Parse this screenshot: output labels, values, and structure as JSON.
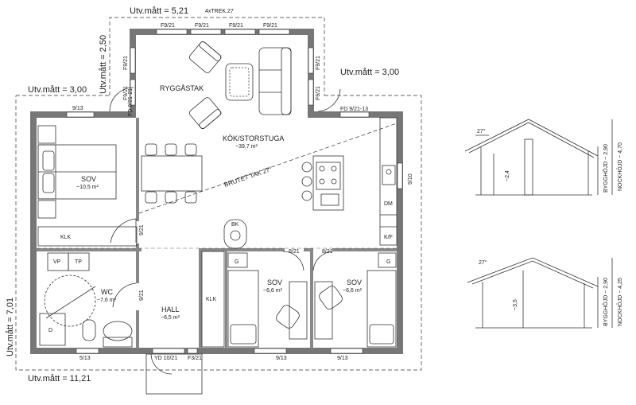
{
  "dimensions": {
    "top": "Utv.mått = 5,21",
    "top_note": "4xTREK.27",
    "top_left_vertical": "Utv.mått = 2,50",
    "left_horizontal": "Utv.mått = 3,00",
    "right_horizontal": "Utv.mått = 3,00",
    "left_vertical": "Utv.mått = 7,01",
    "bottom": "Utv.mått = 11,21"
  },
  "rooms": {
    "ryggastak": {
      "name": "RYGGÅSTAK"
    },
    "kok": {
      "name": "KÖK/STORSTUGA",
      "area": "~39,7 m²"
    },
    "sov1": {
      "name": "SOV",
      "area": "~10,5 m²"
    },
    "wc": {
      "name": "WC",
      "area": "~7,6 m²"
    },
    "hall": {
      "name": "HALL",
      "area": "~6,5 m²"
    },
    "sov2": {
      "name": "SOV",
      "area": "~6,6 m²"
    },
    "sov3": {
      "name": "SOV",
      "area": "~6,6 m²"
    }
  },
  "roof_note": "BRUTET TAK 27°",
  "windows": {
    "f1": "F9/21",
    "f2": "F9/21",
    "f3": "F9/21",
    "f4": "F9/21",
    "left_top": "F9/21",
    "left_bottom": "F9/21",
    "right_top": "F9/21",
    "right_bottom": "F9/21",
    "fd_left": "FD 9/21-21",
    "fd_right": "FD 9/21-13",
    "w_913_top": "9/13",
    "w_910": "9/10",
    "w_513": "5/13",
    "w_913_b1": "9/13",
    "w_913_b2": "9/13",
    "yd": "YD 10/21",
    "f321": "F3/21"
  },
  "doors": {
    "d1": "9/21",
    "d2": "9/21",
    "d3": "8/21",
    "d4": "8/21"
  },
  "fixtures": {
    "bk": "BK",
    "dm": "DM",
    "kf": "K/F",
    "klk1": "KLK",
    "klk2": "KLK",
    "vp": "VP",
    "tp": "TP",
    "d": "D",
    "g1": "G",
    "g2": "G"
  },
  "sections": {
    "top": {
      "angle": "27°",
      "h1": "~2,4",
      "h2": "BYGGHÖJD ~ 2,90",
      "h3": "NOCKHÖJD ~ 4,70"
    },
    "bottom": {
      "angle": "27°",
      "h1": "~3,5",
      "h2": "BYGGHÖJD ~ 2,90",
      "h3": "NOCKHÖJD ~ 4,25"
    }
  }
}
